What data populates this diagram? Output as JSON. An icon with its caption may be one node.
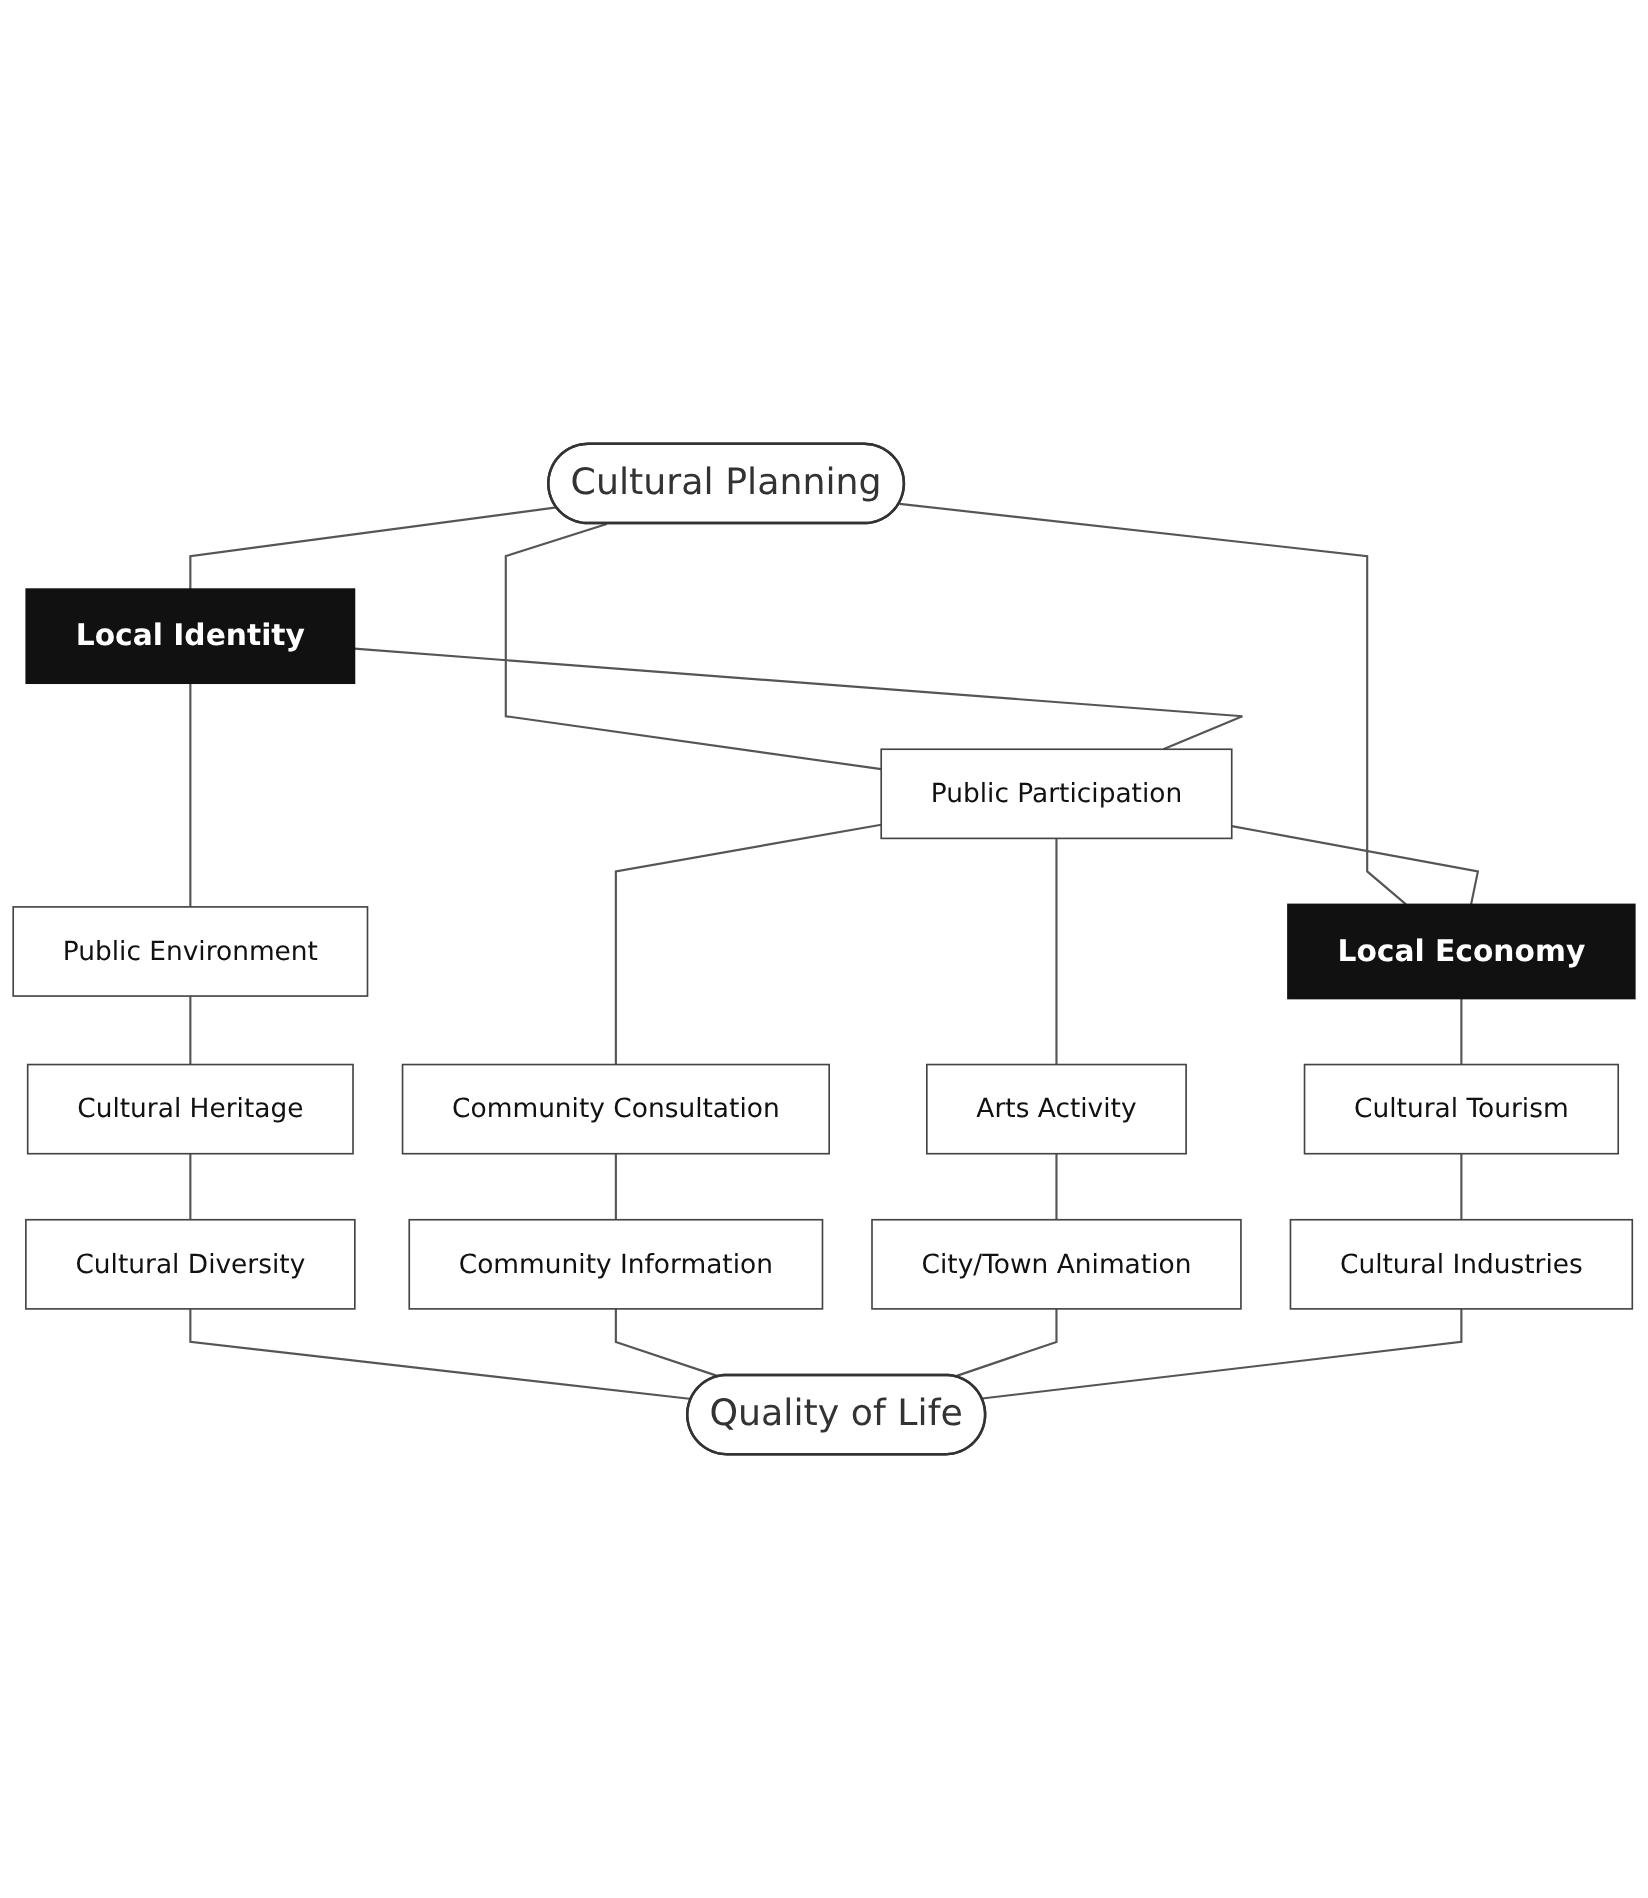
{
  "diagram": {
    "nodes": [
      {
        "text": [
          "Cultural Planning"
        ]
      },
      {
        "text": [
          "Local Identity"
        ]
      },
      {
        "text": [
          "Public Participation"
        ]
      },
      {
        "text": [
          "Local Economy"
        ]
      },
      {
        "text": [
          "Public Environment"
        ]
      },
      {
        "text": [
          "Community Consultation"
        ]
      },
      {
        "text": [
          "Cultural Tourism"
        ]
      },
      {
        "text": [
          "Cultural Heritage"
        ]
      },
      {
        "text": [
          "Community Information"
        ]
      },
      {
        "text": [
          "Cultural Industries"
        ]
      },
      {
        "text": [
          "Cultural Diversity"
        ]
      },
      {
        "text": [
          "Arts Activity"
        ]
      },
      {
        "text": [
          "City/Town Animation"
        ]
      },
      {
        "text": [
          "Quality of Life"
        ]
      }
    ],
    "edges": [
      {
        "from": 0,
        "to": 1,
        "arrow": "none"
      },
      {
        "from": 0,
        "to": 2,
        "arrow": "none"
      },
      {
        "from": 0,
        "to": 3,
        "arrow": "none"
      },
      {
        "from": 1,
        "to": 2,
        "arrow": "none"
      },
      {
        "from": 2,
        "to": 3,
        "arrow": "none"
      },
      {
        "from": 1,
        "to": 4,
        "arrow": "none"
      },
      {
        "from": 4,
        "to": 7,
        "arrow": "none"
      },
      {
        "from": 7,
        "to": 10,
        "arrow": "none"
      },
      {
        "from": 10,
        "to": 13,
        "arrow": "none"
      },
      {
        "from": 2,
        "to": 5,
        "arrow": "none"
      },
      {
        "from": 5,
        "to": 8,
        "arrow": "none"
      },
      {
        "from": 8,
        "to": 13,
        "arrow": "none"
      },
      {
        "from": 2,
        "to": 11,
        "arrow": "none"
      },
      {
        "from": 11,
        "to": 12,
        "arrow": "none"
      },
      {
        "from": 12,
        "to": 13,
        "arrow": "none"
      },
      {
        "from": 3,
        "to": 6,
        "arrow": "none"
      },
      {
        "from": 6,
        "to": 9,
        "arrow": "none"
      },
      {
        "from": 9,
        "to": 13,
        "arrow": "none"
      }
    ]
  }
}
